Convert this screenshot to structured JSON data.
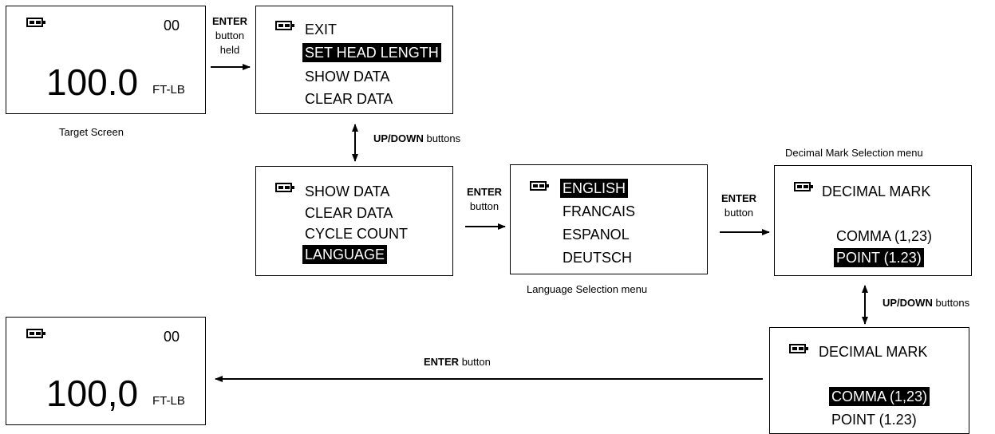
{
  "target_screen": {
    "count": "00",
    "value": "100.0",
    "unit": "FT-LB",
    "caption": "Target Screen"
  },
  "transition_enter_held": {
    "line1": "ENTER",
    "line2": "button",
    "line3": "held"
  },
  "main_menu_1": {
    "items": [
      "EXIT",
      "SET HEAD LENGTH",
      "SHOW DATA",
      "CLEAR DATA"
    ],
    "selected": "SET HEAD LENGTH"
  },
  "transition_updown_1": {
    "bold": "UP/DOWN",
    "rest": "buttons"
  },
  "main_menu_2": {
    "items": [
      "SHOW DATA",
      "CLEAR DATA",
      "CYCLE COUNT",
      "LANGUAGE"
    ],
    "selected": "LANGUAGE"
  },
  "transition_enter_1": {
    "line1": "ENTER",
    "line2": "button"
  },
  "language_menu": {
    "items": [
      "ENGLISH",
      "FRANCAIS",
      "ESPANOL",
      "DEUTSCH"
    ],
    "selected": "ENGLISH",
    "caption": "Language Selection menu"
  },
  "transition_enter_2": {
    "line1": "ENTER",
    "line2": "button"
  },
  "decimal_menu_1": {
    "caption": "Decimal Mark Selection menu",
    "title": "DECIMAL MARK",
    "items": [
      "COMMA (1,23)",
      "POINT (1.23)"
    ],
    "selected": "POINT (1.23)"
  },
  "transition_updown_2": {
    "bold": "UP/DOWN",
    "rest": "buttons"
  },
  "decimal_menu_2": {
    "title": "DECIMAL MARK",
    "items": [
      "COMMA (1,23)",
      "POINT (1.23)"
    ],
    "selected": "COMMA (1,23)"
  },
  "transition_enter_3": {
    "bold": "ENTER",
    "rest": "button"
  },
  "result_screen": {
    "count": "00",
    "value": "100,0",
    "unit": "FT-LB"
  }
}
